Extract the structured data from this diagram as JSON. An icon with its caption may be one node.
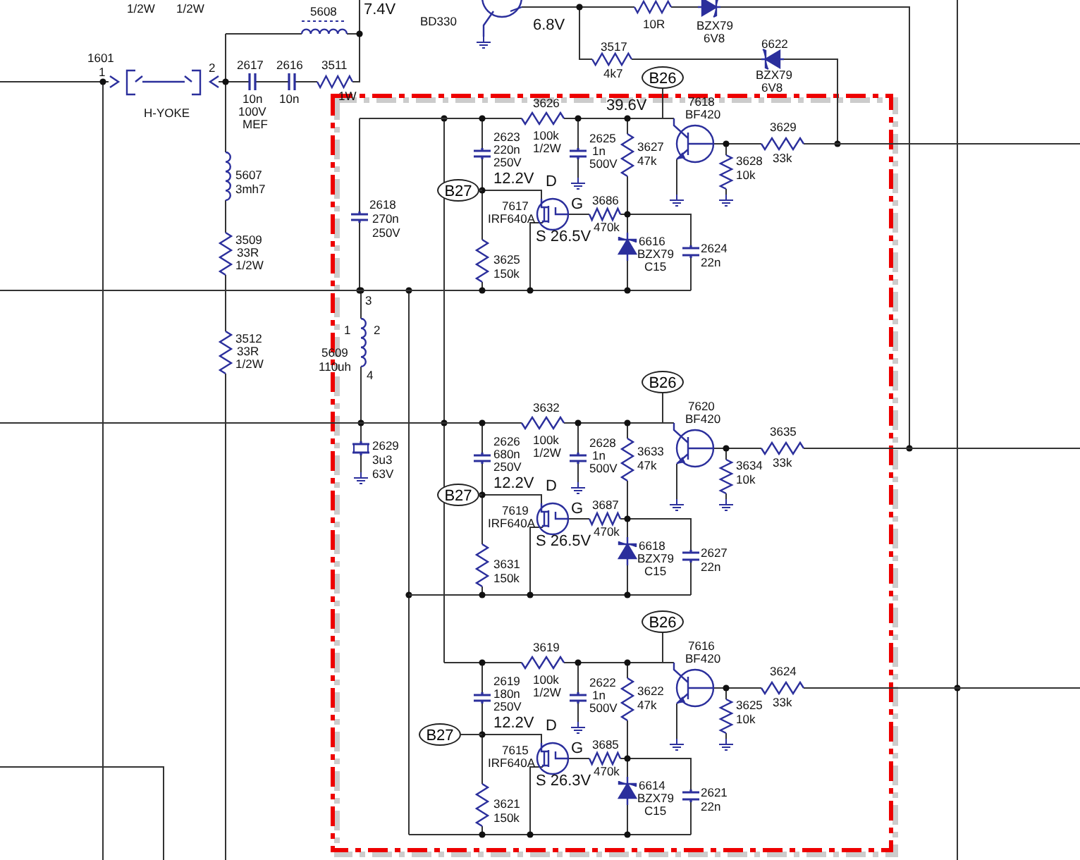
{
  "diagram": {
    "nodes": [
      {
        "text": [
          "B26"
        ]
      },
      {
        "text": [
          "B27"
        ]
      },
      {
        "text": [
          "B26"
        ]
      },
      {
        "text": [
          "B27"
        ]
      },
      {
        "text": [
          "B26"
        ]
      },
      {
        "text": [
          "B27"
        ]
      }
    ],
    "labels": [
      "1/2W",
      "1/2W",
      "5608",
      "7.4V",
      "BD330",
      "6.8V",
      "10R",
      "BZX79",
      "6V8",
      "3517",
      "4k7",
      "6622",
      "BZX79",
      "6V8",
      "1601",
      "1",
      "H-YOKE",
      "2",
      "2617",
      "10n",
      "100V",
      "MEF",
      "2616",
      "10n",
      "3511",
      "1W",
      "5607",
      "3mh7",
      "3509",
      "33R",
      "1/2W",
      "2618",
      "270n",
      "250V",
      "3",
      "2",
      "1",
      "5609",
      "110uh",
      "4",
      "3512",
      "33R",
      "1/2W",
      "2629",
      "3u3",
      "63V",
      "3626",
      "100k",
      "1/2W",
      "39.6V",
      "7618",
      "BF420",
      "2623",
      "220n",
      "250V",
      "2625",
      "1n",
      "500V",
      "3627",
      "47k",
      "3629",
      "33k",
      "3628",
      "10k",
      "12.2V",
      "D",
      "7617",
      "IRF640A",
      "G",
      "S 26.5V",
      "3686",
      "470k",
      "6616",
      "BZX79",
      "C15",
      "2624",
      "22n",
      "3625",
      "150k",
      "3632",
      "100k",
      "1/2W",
      "7620",
      "BF420",
      "2626",
      "680n",
      "250V",
      "2628",
      "1n",
      "500V",
      "3633",
      "47k",
      "3635",
      "33k",
      "3634",
      "10k",
      "12.2V",
      "D",
      "7619",
      "IRF640A",
      "G",
      "S 26.5V",
      "3687",
      "470k",
      "6618",
      "BZX79",
      "C15",
      "2627",
      "22n",
      "3631",
      "150k",
      "3619",
      "100k",
      "1/2W",
      "7616",
      "BF420",
      "2619",
      "180n",
      "250V",
      "2622",
      "1n",
      "500V",
      "3622",
      "47k",
      "3624",
      "33k",
      "3625",
      "10k",
      "12.2V",
      "D",
      "7615",
      "IRF640A",
      "G",
      "S 26.3V",
      "3685",
      "470k",
      "6614",
      "BZX79",
      "C15",
      "2621",
      "22n",
      "3621",
      "150k"
    ]
  }
}
